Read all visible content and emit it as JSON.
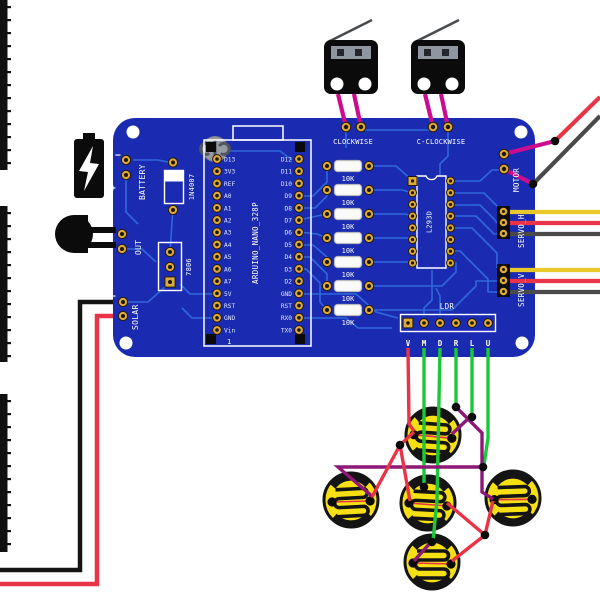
{
  "colors": {
    "board": "#1a2bb2",
    "trace": "#2f68da",
    "silkscreen": "#ffffff",
    "pad_gold": "#dcaa3a",
    "pad_hole": "#201604",
    "wire_red": "#ea3346",
    "wire_black": "#141414",
    "wire_yellow": "#e9c929",
    "wire_gray": "#4a4a4a",
    "wire_green": "#1dc73a",
    "wire_magenta": "#cc0b8f",
    "wire_purple": "#8e1877",
    "ldr_yellow": "#f6e013"
  },
  "board": {
    "battery_label": "BATTERY",
    "out_label": "OUT",
    "solar_label": "SOLAR",
    "diode_label": "1N4007",
    "regulator_label": "7806",
    "driver_label": "L293D",
    "clockwise_label": "CLOCKWISE",
    "c_clockwise_label": "C-CLOCKWISE",
    "motor_label": "MOTOR",
    "servo_h_label": "SERVO_H",
    "servo_v_label": "SERVO_V",
    "minus": "−",
    "plus": "+"
  },
  "nano": {
    "label": "ARDUINO_NANO_328P",
    "pin1_marker": "1",
    "left_pins": [
      "D13",
      "3V3",
      "REF",
      "A0",
      "A1",
      "A2",
      "A3",
      "A4",
      "A5",
      "A6",
      "A7",
      "5V",
      "RST",
      "GND",
      "Vin"
    ],
    "right_pins": [
      "D12",
      "D11",
      "D10",
      "D9",
      "D8",
      "D7",
      "D6",
      "D5",
      "D4",
      "D3",
      "D2",
      "GND",
      "RST",
      "RX0",
      "TX0"
    ]
  },
  "resistors": [
    "10K",
    "10K",
    "10K",
    "10K",
    "10K",
    "10K",
    "10K"
  ],
  "ldr_header": {
    "label": "LDR",
    "pins": [
      "V",
      "M",
      "D",
      "R",
      "L",
      "U"
    ]
  }
}
